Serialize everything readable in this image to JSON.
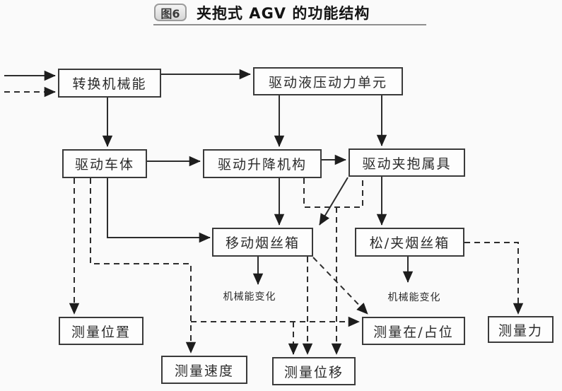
{
  "title": {
    "badge": "图6",
    "text": "夹抱式 AGV 的功能结构"
  },
  "nodes": {
    "convert_mech": {
      "label": "转换机械能"
    },
    "hydraulic_unit": {
      "label": "驱动液压动力单元"
    },
    "drive_body": {
      "label": "驱动车体"
    },
    "drive_lift": {
      "label": "驱动升降机构"
    },
    "drive_clamp": {
      "label": "驱动夹抱属具"
    },
    "move_box": {
      "label": "移动烟丝箱"
    },
    "clamp_release_box": {
      "label": "松/夹烟丝箱"
    },
    "measure_position": {
      "label": "测量位置"
    },
    "measure_speed": {
      "label": "测量速度"
    },
    "measure_displacement": {
      "label": "测量位移"
    },
    "measure_occupancy": {
      "label": "测量在/占位"
    },
    "measure_force": {
      "label": "测量力"
    }
  },
  "floating_labels": {
    "mech_change_left": {
      "label": "机械能变化"
    },
    "mech_change_right": {
      "label": "机械能变化"
    }
  },
  "colors": {
    "line": "#2d2d2d",
    "box_border": "#3a3a3a",
    "background": "#fafafa",
    "underline": "#8f8f8f"
  }
}
